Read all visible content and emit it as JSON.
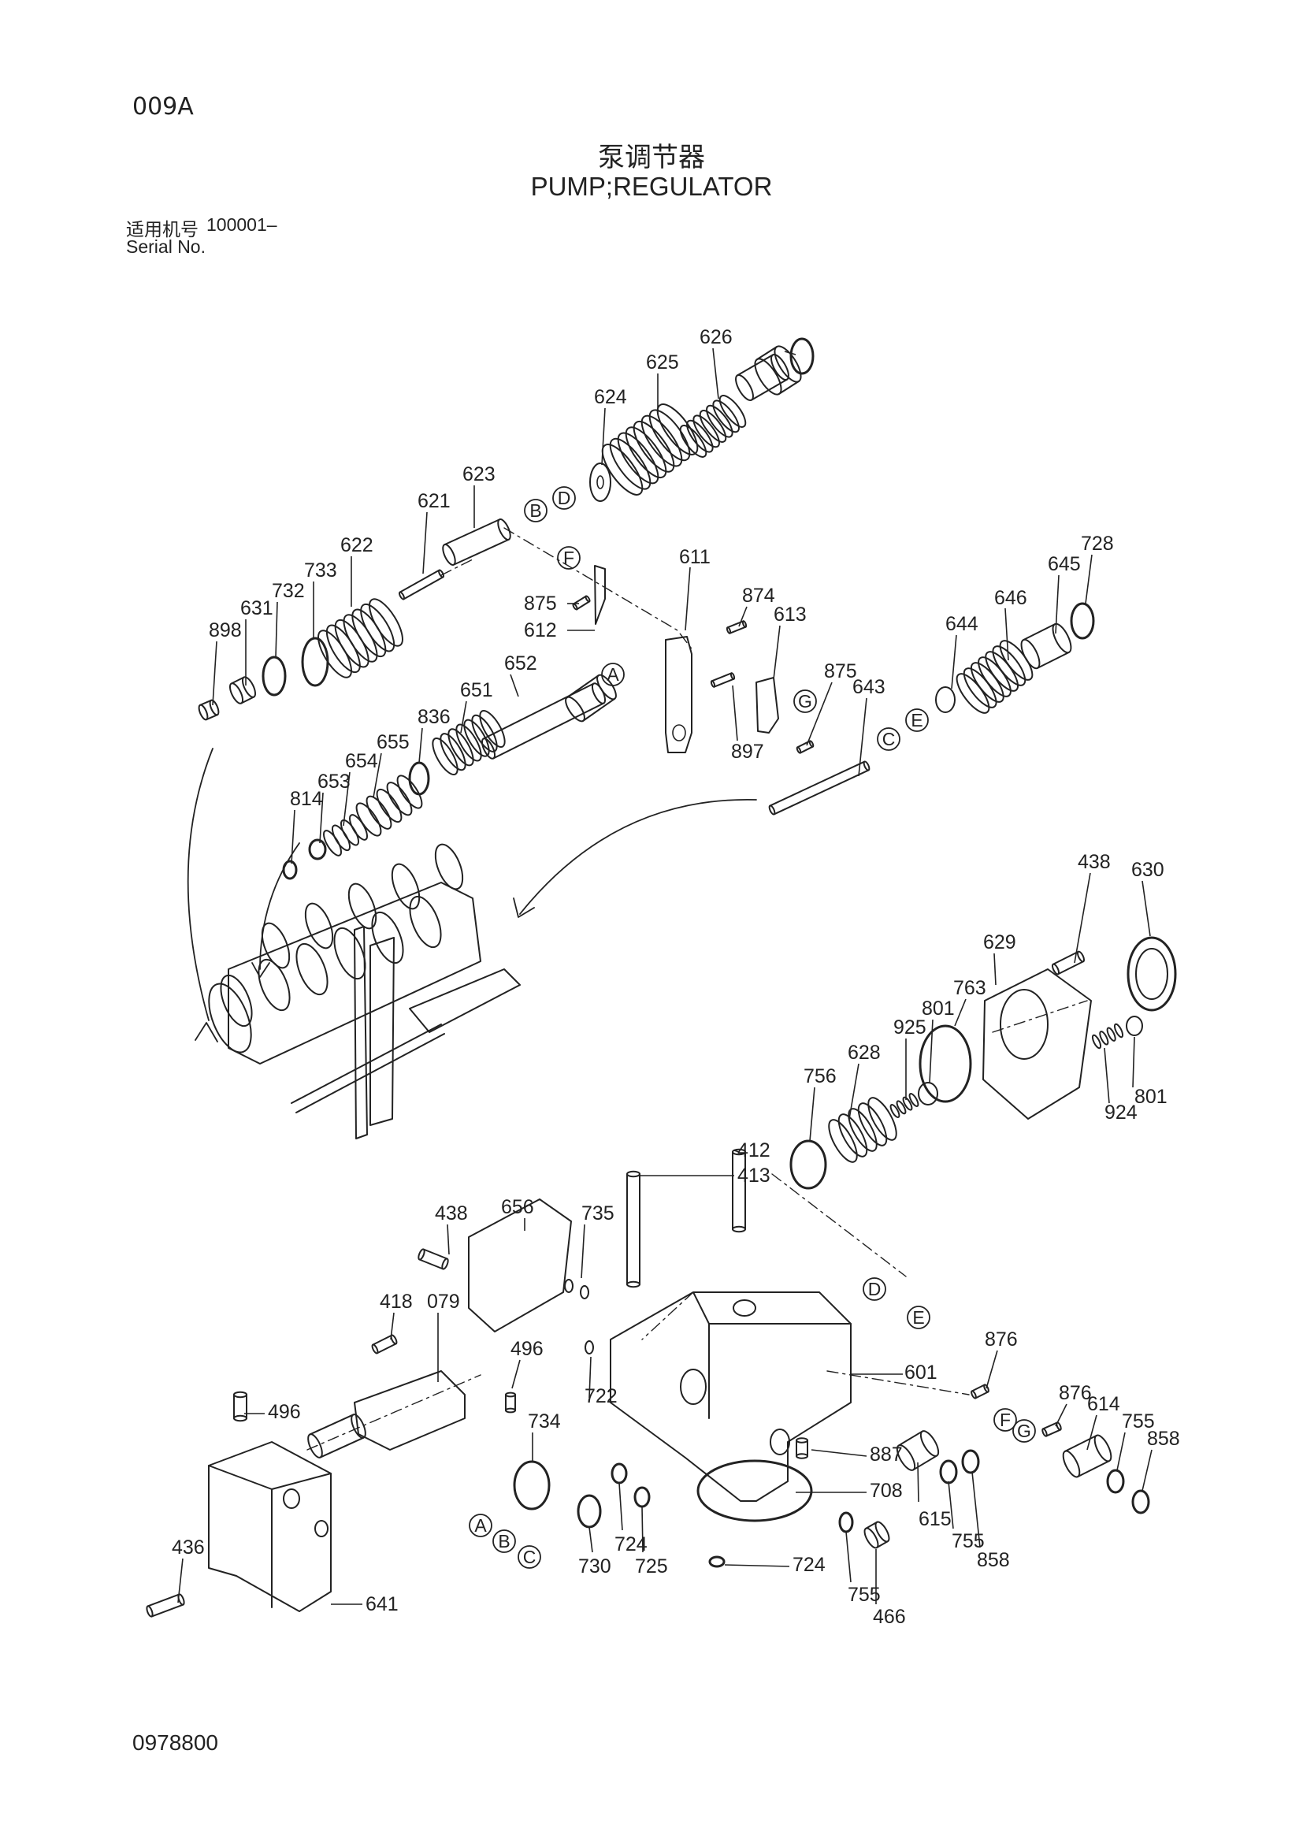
{
  "header": {
    "page_code": "009A",
    "title_cn": "泵调节器",
    "title_en": "PUMP;REGULATOR",
    "serial_label_cn": "适用机号",
    "serial_value": "100001–",
    "serial_label_en": "Serial No."
  },
  "footer": {
    "doc_number": "0978800"
  },
  "callouts": [
    "009A",
    "626",
    "625",
    "624",
    "623",
    "621",
    "622",
    "733",
    "732",
    "631",
    "898",
    "611",
    "875",
    "612",
    "874",
    "613",
    "875",
    "897",
    "652",
    "651",
    "836",
    "655",
    "654",
    "653",
    "814",
    "643",
    "644",
    "646",
    "645",
    "728",
    "438",
    "630",
    "629",
    "925",
    "801",
    "763",
    "628",
    "756",
    "801",
    "924",
    "412",
    "413",
    "656",
    "438",
    "735",
    "418",
    "079",
    "496",
    "722",
    "734",
    "601",
    "876",
    "876",
    "614",
    "755",
    "858",
    "887",
    "708",
    "615",
    "755",
    "858",
    "496",
    "436",
    "641",
    "730",
    "724",
    "725",
    "724",
    "755",
    "466"
  ],
  "refs": [
    "A",
    "B",
    "C",
    "D",
    "E",
    "F",
    "G"
  ]
}
